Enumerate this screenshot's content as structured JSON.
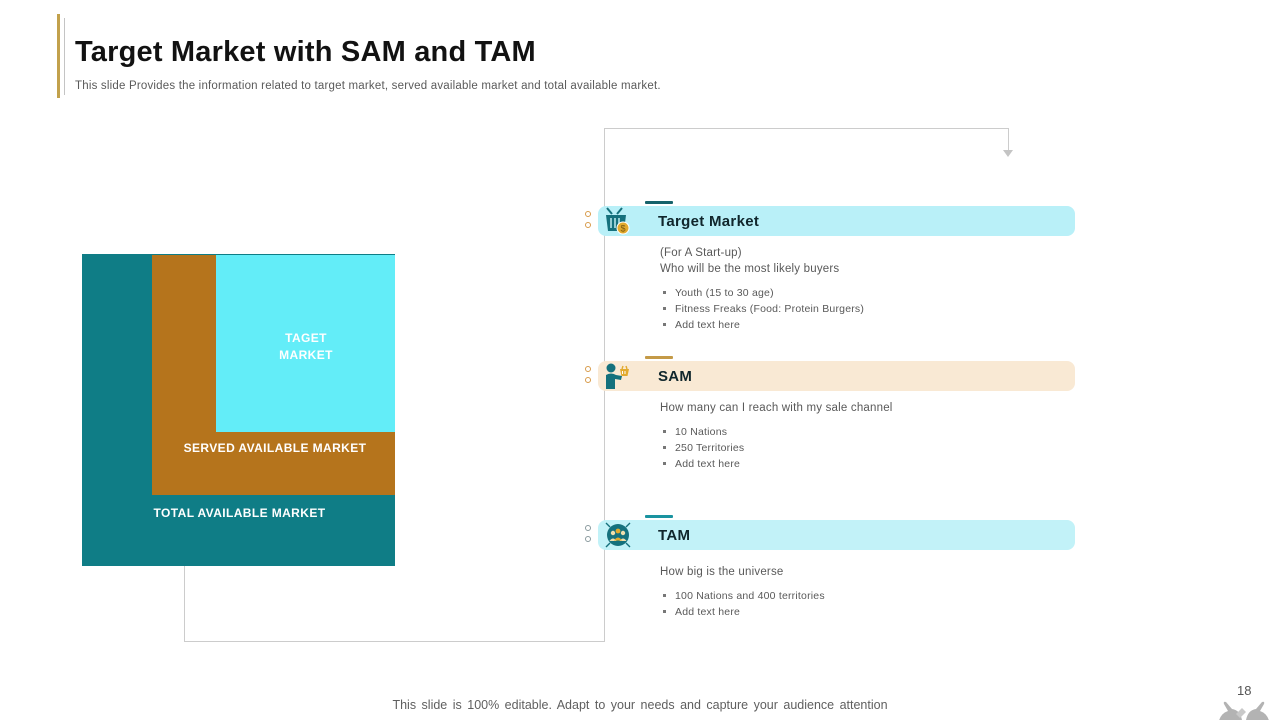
{
  "slide": {
    "title": "Target Market with SAM and TAM",
    "subtitle": "This slide Provides the information related to target market, served available market and total available market.",
    "footer": "This slide is 100% editable. Adapt to your needs and capture your audience attention",
    "page_number": "18"
  },
  "diagram": {
    "layers": [
      {
        "name": "total-available-market",
        "label": "TOTAL AVAILABLE MARKET",
        "color": "#0f7d86"
      },
      {
        "name": "served-available-market",
        "label": "SERVED AVAILABLE MARKET",
        "color": "#b5741c"
      },
      {
        "name": "target-market",
        "label": "TAGET MARKET",
        "color": "#63edf8"
      }
    ]
  },
  "sections": [
    {
      "title": "Target Market",
      "icon": "shopping-basket-icon",
      "intro_lines": [
        "(For A Start-up)",
        "Who will be the most likely buyers"
      ],
      "bullets": [
        "Youth (15 to 30 age)",
        "Fitness Freaks (Food: Protein Burgers)",
        "Add text here"
      ],
      "colors": {
        "header_bg": "#b9f0f8",
        "dash": "#16626b",
        "marker": "#d89b4a"
      }
    },
    {
      "title": "SAM",
      "icon": "person-with-basket-icon",
      "intro_lines": [
        "How many can I reach with my sale channel"
      ],
      "bullets": [
        "10 Nations",
        "250 Territories",
        "Add text here"
      ],
      "colors": {
        "header_bg": "#f9e9d4",
        "dash": "#c49a47",
        "marker": "#d89b4a"
      }
    },
    {
      "title": "TAM",
      "icon": "people-group-globe-icon",
      "intro_lines": [
        "How big is the universe"
      ],
      "bullets": [
        "100 Nations and 400 territories",
        "Add text here"
      ],
      "colors": {
        "header_bg": "#c2f2f8",
        "dash": "#1a93a0",
        "marker": "#8a9a9e"
      }
    }
  ],
  "accent_colors": {
    "gold_bar": "#c2a14c",
    "connector_gray": "#cccccc"
  }
}
